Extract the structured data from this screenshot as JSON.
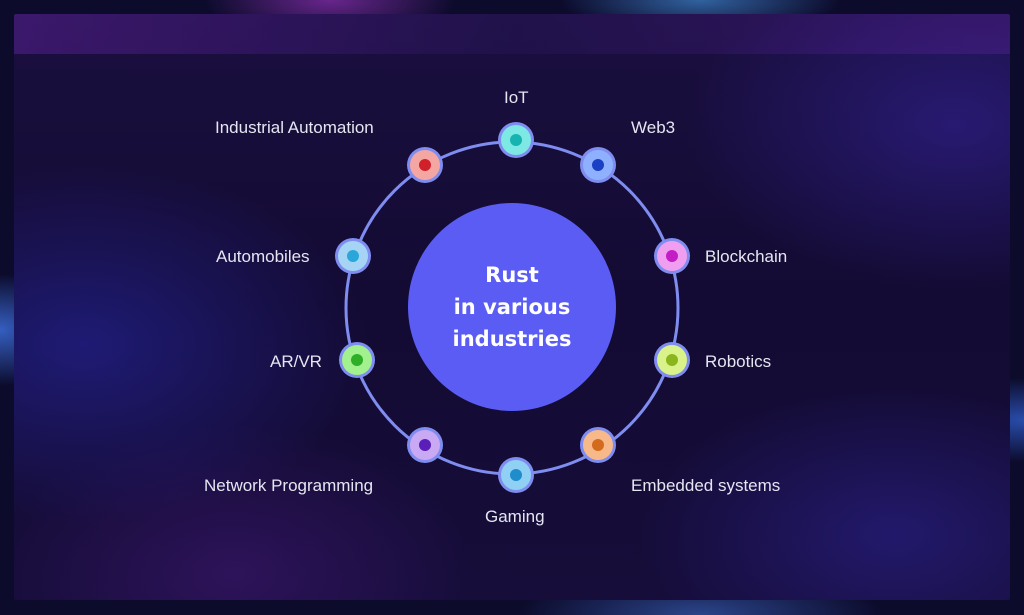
{
  "hub": {
    "line1": "Rust",
    "line2": "in various",
    "line3": "industries"
  },
  "colors": {
    "hub": "#5a5cf4",
    "ring": "#7f8df0",
    "text": "#e6e6f2"
  },
  "industries": [
    {
      "label": "IoT",
      "ring_color": "#7de8e4",
      "dot_color": "#16b3b0"
    },
    {
      "label": "Web3",
      "ring_color": "#8fb0ff",
      "dot_color": "#1b3fc4"
    },
    {
      "label": "Blockchain",
      "ring_color": "#f09ef0",
      "dot_color": "#c31ec5"
    },
    {
      "label": "Robotics",
      "ring_color": "#d9f28a",
      "dot_color": "#8bb51c"
    },
    {
      "label": "Embedded systems",
      "ring_color": "#f7b98a",
      "dot_color": "#d46a1e"
    },
    {
      "label": "Gaming",
      "ring_color": "#8fd0f4",
      "dot_color": "#1f8ccc"
    },
    {
      "label": "Network Programming",
      "ring_color": "#c9a8f4",
      "dot_color": "#5a1fb8"
    },
    {
      "label": "AR/VR",
      "ring_color": "#a2f08e",
      "dot_color": "#2fae27"
    },
    {
      "label": "Automobiles",
      "ring_color": "#a6d4f4",
      "dot_color": "#2aa6d8"
    },
    {
      "label": "Industrial Automation",
      "ring_color": "#f4a6a2",
      "dot_color": "#d0202a"
    }
  ]
}
